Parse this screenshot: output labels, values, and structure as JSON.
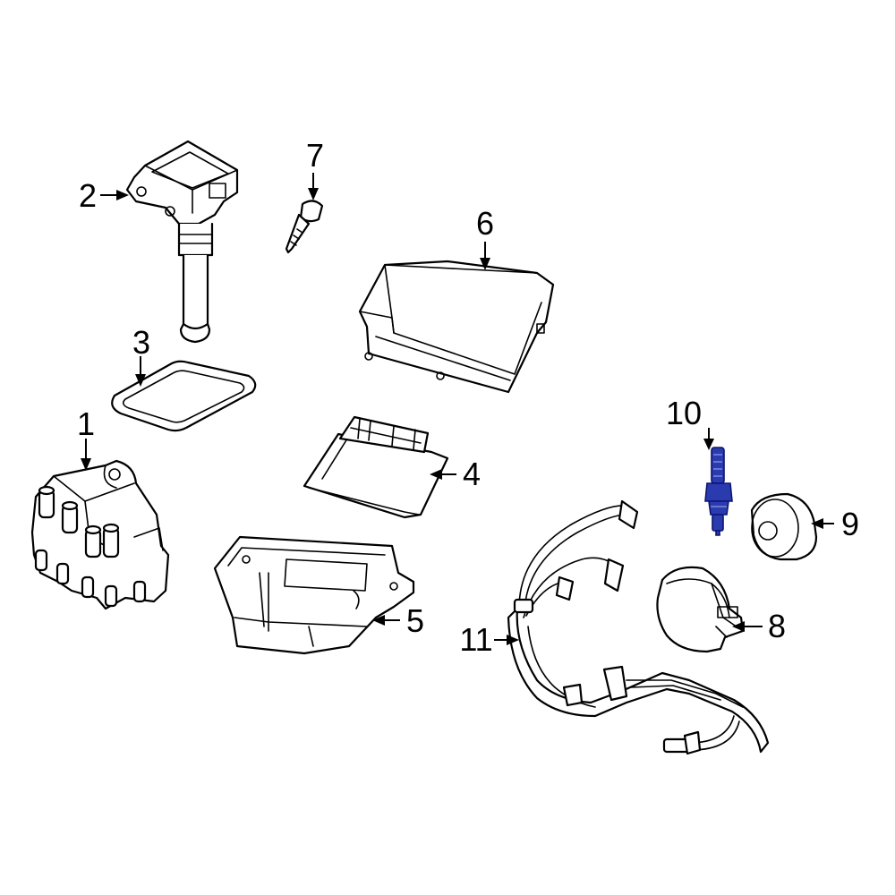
{
  "callouts": [
    {
      "id": "1",
      "label": "1"
    },
    {
      "id": "2",
      "label": "2"
    },
    {
      "id": "3",
      "label": "3"
    },
    {
      "id": "4",
      "label": "4"
    },
    {
      "id": "5",
      "label": "5"
    },
    {
      "id": "6",
      "label": "6"
    },
    {
      "id": "7",
      "label": "7"
    },
    {
      "id": "8",
      "label": "8"
    },
    {
      "id": "9",
      "label": "9"
    },
    {
      "id": "10",
      "label": "10"
    },
    {
      "id": "11",
      "label": "11"
    }
  ],
  "colors": {
    "line": "#000000",
    "background": "#ffffff",
    "highlight": "#2a3bb0"
  },
  "highlighted_part": "10"
}
